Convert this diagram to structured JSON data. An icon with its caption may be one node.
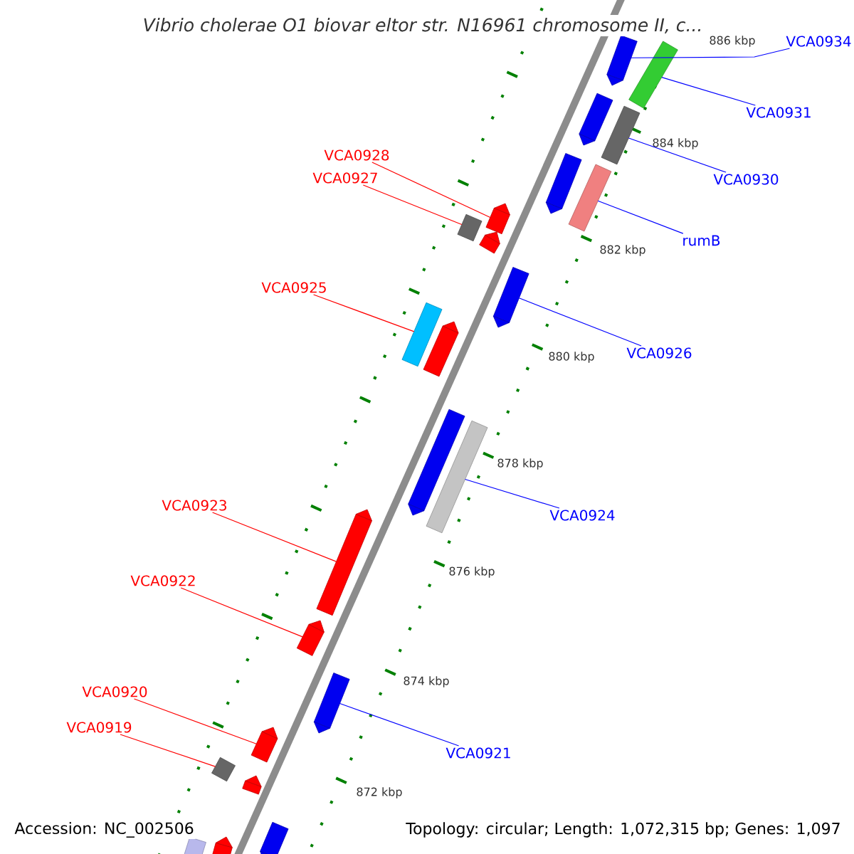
{
  "diagram": {
    "title": "Vibrio cholerae O1 biovar eltor str. N16961 chromosome II, c...",
    "nodes": [
      {
        "text": [
          "VCA0934"
        ]
      },
      {
        "text": [
          "VCA0931"
        ]
      },
      {
        "text": [
          "VCA0928"
        ]
      },
      {
        "text": [
          "VCA0927"
        ]
      },
      {
        "text": [
          "VCA0930"
        ]
      },
      {
        "text": [
          "rumB"
        ]
      },
      {
        "text": [
          "VCA0925"
        ]
      },
      {
        "text": [
          "VCA0926"
        ]
      },
      {
        "text": [
          "VCA0923"
        ]
      },
      {
        "text": [
          "VCA0924"
        ]
      },
      {
        "text": [
          "VCA0922"
        ]
      },
      {
        "text": [
          "VCA0920"
        ]
      },
      {
        "text": [
          "VCA0919"
        ]
      },
      {
        "text": [
          "VCA0921"
        ]
      },
      {
        "text": [],
        "shape": "bar"
      },
      {
        "text": [],
        "shape": "bar"
      },
      {
        "text": [],
        "shape": "bar"
      },
      {
        "text": [],
        "shape": "bar"
      },
      {
        "text": [],
        "shape": "bar"
      },
      {
        "text": [],
        "shape": "bar"
      },
      {
        "text": [],
        "shape": "bar"
      },
      {
        "text": [],
        "shape": "bar"
      },
      {
        "text": [],
        "shape": "bar"
      },
      {
        "text": [],
        "shape": "bar"
      },
      {
        "text": [],
        "shape": "bar"
      },
      {
        "text": [],
        "shape": "bar"
      },
      {
        "text": [],
        "shape": "bar"
      },
      {
        "text": [],
        "shape": "bar"
      },
      {
        "text": [],
        "shape": "bar"
      },
      {
        "text": [],
        "shape": "bar"
      },
      {
        "text": [],
        "shape": "bar"
      },
      {
        "text": [],
        "shape": "bar"
      },
      {
        "text": [],
        "shape": "bar"
      },
      {
        "text": [],
        "shape": "bar"
      },
      {
        "text": [],
        "shape": "bar"
      },
      {
        "text": [],
        "shape": "bar"
      },
      {
        "text": [],
        "shape": "bar"
      }
    ],
    "edges": [
      {
        "from": 0,
        "to": 14,
        "arrow": "none",
        "color": "#0000ff"
      },
      {
        "from": 1,
        "to": 15,
        "arrow": "none",
        "color": "#0000ff"
      },
      {
        "from": 2,
        "to": 20,
        "arrow": "none",
        "color": "#ff0000"
      },
      {
        "from": 3,
        "to": 21,
        "arrow": "none",
        "color": "#ff0000"
      },
      {
        "from": 4,
        "to": 17,
        "arrow": "none",
        "color": "#0000ff"
      },
      {
        "from": 5,
        "to": 19,
        "arrow": "none",
        "color": "#0000ff"
      },
      {
        "from": 6,
        "to": 24,
        "arrow": "none",
        "color": "#ff0000"
      },
      {
        "from": 7,
        "to": 23,
        "arrow": "none",
        "color": "#0000ff"
      },
      {
        "from": 8,
        "to": 28,
        "arrow": "none",
        "color": "#ff0000"
      },
      {
        "from": 9,
        "to": 27,
        "arrow": "none",
        "color": "#0000ff"
      },
      {
        "from": 10,
        "to": 29,
        "arrow": "none",
        "color": "#ff0000"
      },
      {
        "from": 11,
        "to": 31,
        "arrow": "none",
        "color": "#ff0000"
      },
      {
        "from": 12,
        "to": 32,
        "arrow": "none",
        "color": "#ff0000"
      },
      {
        "from": 13,
        "to": 30,
        "arrow": "none",
        "color": "#0000ff"
      }
    ],
    "labels": [
      "886 kbp",
      "884 kbp",
      "882 kbp",
      "880 kbp",
      "878 kbp",
      "876 kbp",
      "874 kbp",
      "872 kbp",
      "Accession: NC_002506",
      "Topology: circular; Length: 1,072,315 bp; Genes: 1,097"
    ]
  }
}
